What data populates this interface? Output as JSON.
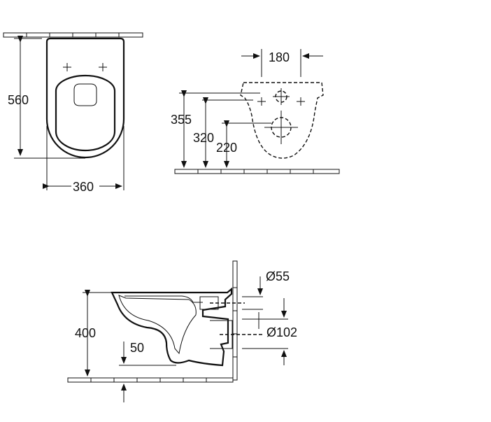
{
  "colors": {
    "line": "#111111",
    "background": "#ffffff"
  },
  "top_view": {
    "length_label": "560",
    "width_label": "360"
  },
  "front_view": {
    "fixing_distance_label": "180",
    "height_355_label": "355",
    "height_320_label": "320",
    "height_220_label": "220"
  },
  "side_view": {
    "rim_height_label": "400",
    "floor_offset_label": "50",
    "inlet_diameter_label": "Ø55",
    "outlet_diameter_label": "Ø102"
  }
}
